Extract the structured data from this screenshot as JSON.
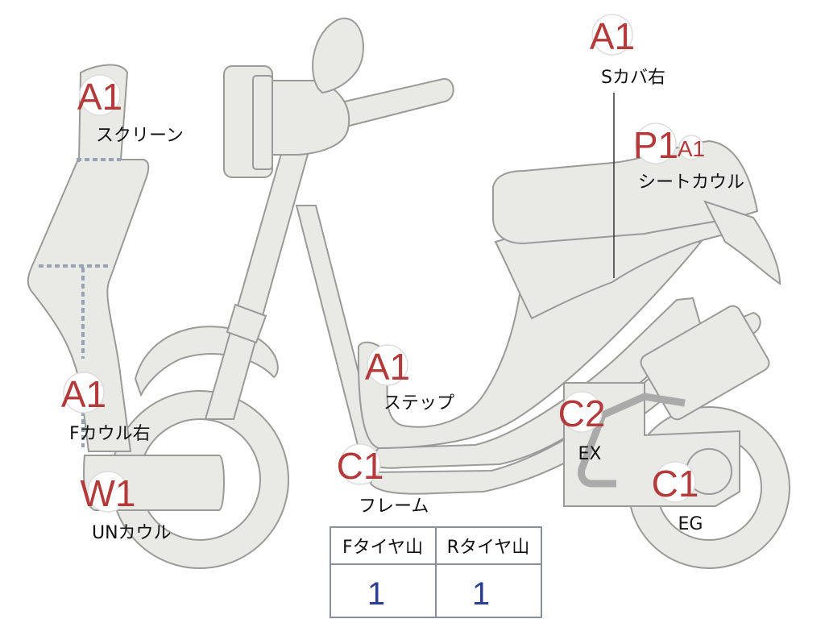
{
  "annotations": [
    {
      "id": "screen",
      "grade": "A1",
      "label": "スクリーン"
    },
    {
      "id": "scover",
      "grade": "A1",
      "label": "Sカバ右"
    },
    {
      "id": "seatcowl",
      "grade": "P1",
      "grade2": "A1",
      "label": "シートカウル"
    },
    {
      "id": "fcowl",
      "grade": "A1",
      "label": "Fカウル右"
    },
    {
      "id": "step",
      "grade": "A1",
      "label": "ステップ"
    },
    {
      "id": "ex",
      "grade": "C2",
      "label": "EX"
    },
    {
      "id": "uncowl",
      "grade": "W1",
      "label": "UNカウル"
    },
    {
      "id": "frame",
      "grade": "C1",
      "label": "フレーム"
    },
    {
      "id": "eg",
      "grade": "C1",
      "label": "EG"
    }
  ],
  "tire_table": {
    "headers": [
      "Fタイヤ山",
      "Rタイヤ山"
    ],
    "values": [
      "1",
      "1"
    ]
  },
  "colors": {
    "part_fill": "#e9e9e6",
    "part_stroke": "#9a9a98",
    "grade": "#b33a3a",
    "table_value": "#2a3f8f"
  }
}
